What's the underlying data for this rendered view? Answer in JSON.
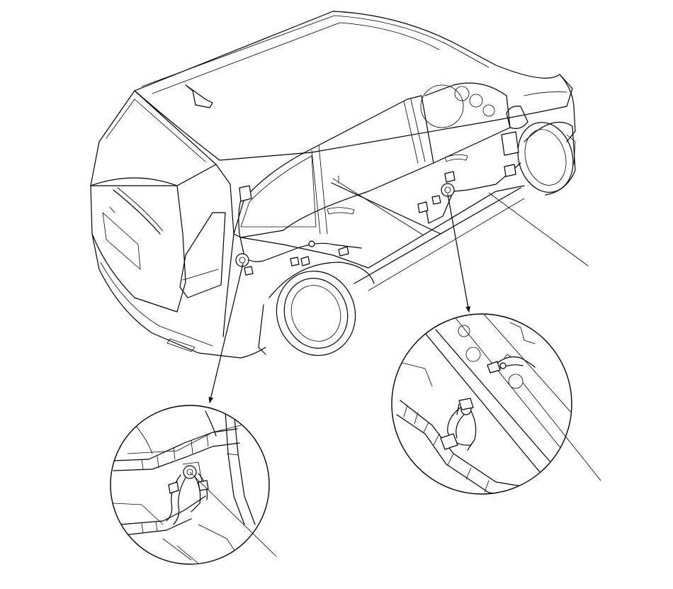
{
  "diagram": {
    "labels": [],
    "line_color": "#000000",
    "background": "#ffffff",
    "callouts": [
      {
        "id": "rear-left-ground",
        "detail": "left-detail-circle"
      },
      {
        "id": "center-floor-ground",
        "detail": "right-detail-circle"
      }
    ],
    "leaders": [
      "harness-leader-main",
      "harness-leader-left",
      "harness-leader-right"
    ]
  }
}
